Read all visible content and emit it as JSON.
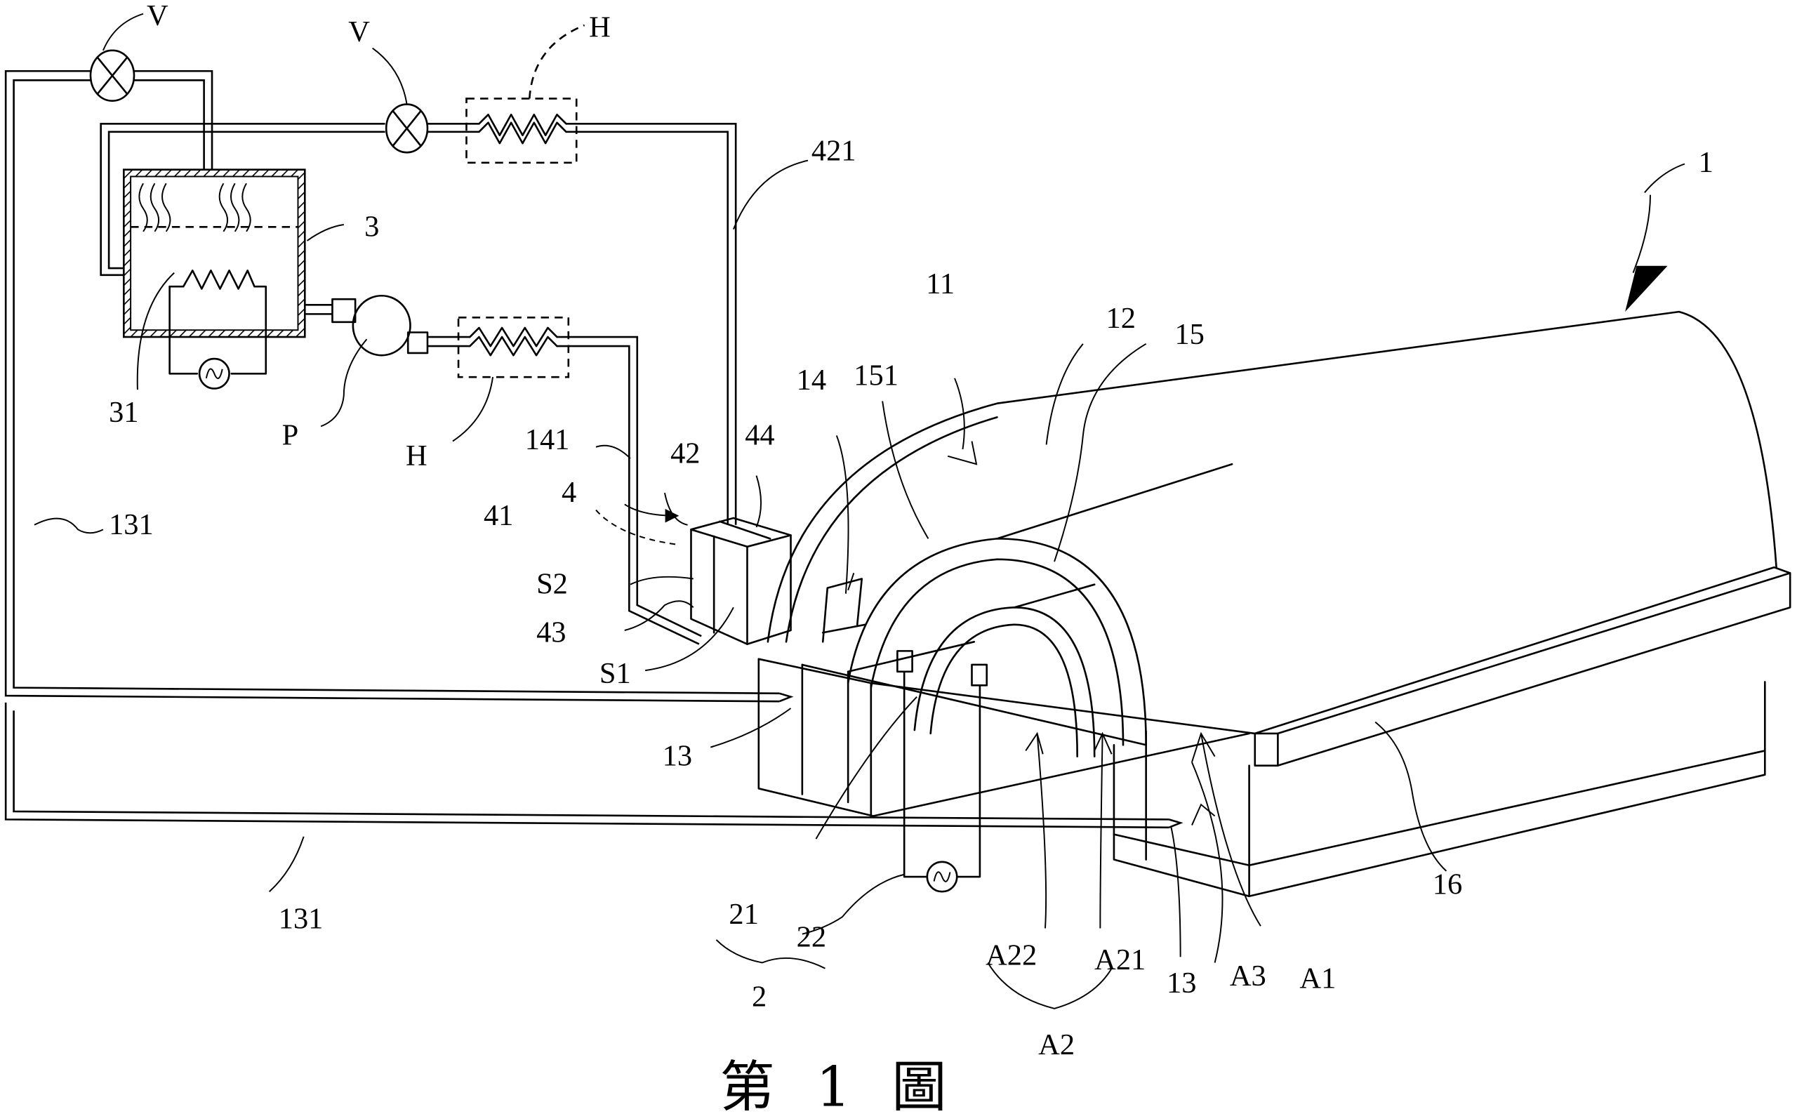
{
  "figure": {
    "caption": "第 1 圖",
    "caption_parts": [
      "第",
      "1",
      "圖"
    ]
  },
  "labels": {
    "v_left": "V",
    "v_mid": "V",
    "h_top": "H",
    "h_bottom": "H",
    "tank": "3",
    "heater_31": "31",
    "pump": "P",
    "pipe_421": "421",
    "pipe_141": "141",
    "unit_4": "4",
    "part_41": "41",
    "part_42": "42",
    "part_43": "43",
    "part_44": "44",
    "s1": "S1",
    "s2": "S2",
    "pipe_131_upper": "131",
    "pipe_131_lower": "131",
    "port_13_left": "13",
    "port_13_right": "13",
    "device_1": "1",
    "part_11": "11",
    "part_12": "12",
    "part_14": "14",
    "part_15": "15",
    "part_151": "151",
    "part_16": "16",
    "part_21": "21",
    "part_22": "22",
    "group_2": "2",
    "a1": "A1",
    "a3": "A3",
    "a21": "A21",
    "a22": "A22",
    "group_a2": "A2"
  },
  "colors": {
    "ink": "#000000",
    "paper": "#ffffff"
  }
}
